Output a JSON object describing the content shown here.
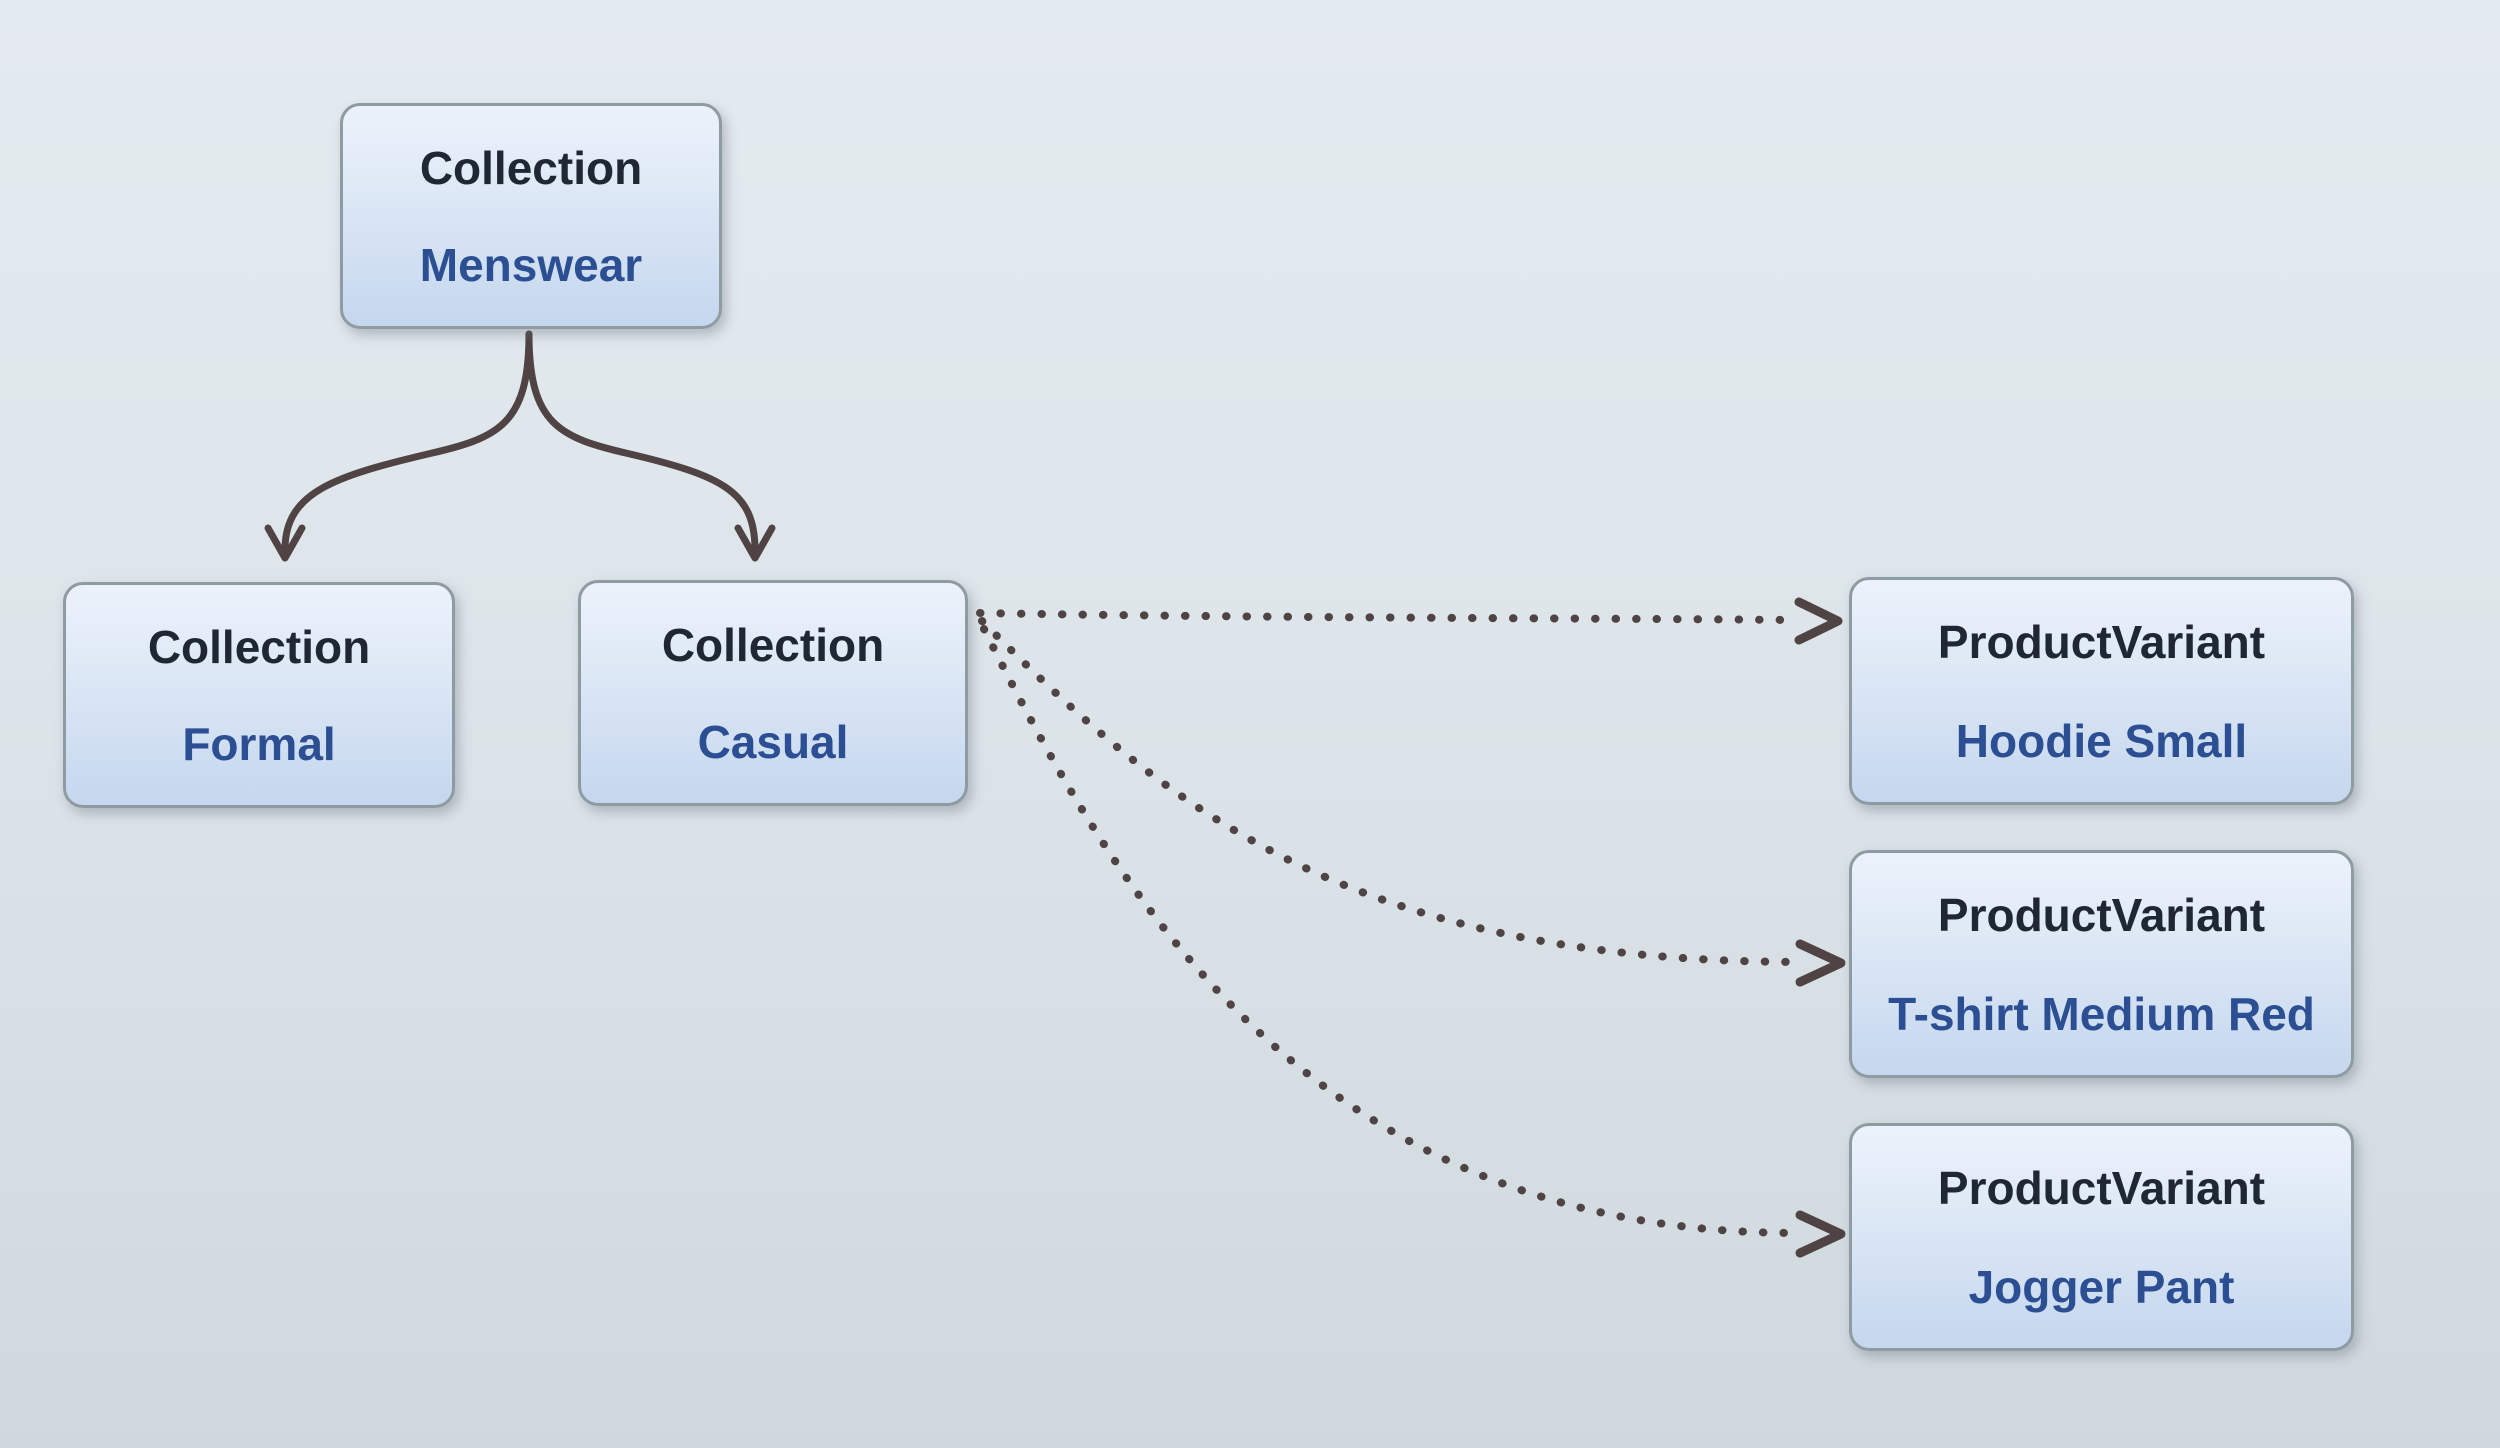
{
  "diagram": {
    "nodes": {
      "menswear": {
        "type": "Collection",
        "name": "Menswear"
      },
      "formal": {
        "type": "Collection",
        "name": "Formal"
      },
      "casual": {
        "type": "Collection",
        "name": "Casual"
      },
      "hoodie": {
        "type": "ProductVariant",
        "name": "Hoodie Small"
      },
      "tshirt": {
        "type": "ProductVariant",
        "name": "T-shirt Medium Red"
      },
      "jogger": {
        "type": "ProductVariant",
        "name": "Jogger Pant"
      }
    },
    "edges": [
      {
        "from": "Menswear",
        "to": "Formal",
        "style": "solid-arrow"
      },
      {
        "from": "Menswear",
        "to": "Casual",
        "style": "solid-arrow"
      },
      {
        "from": "Casual",
        "to": "Hoodie Small",
        "style": "dotted-arrow"
      },
      {
        "from": "Casual",
        "to": "T-shirt Medium Red",
        "style": "dotted-arrow"
      },
      {
        "from": "Casual",
        "to": "Jogger Pant",
        "style": "dotted-arrow"
      }
    ],
    "colors": {
      "background_top": "#e4ebf0",
      "background_bottom": "#cfd9dd",
      "node_fill_top": "#ecf2fb",
      "node_fill_bottom": "#c5d7ee",
      "node_border": "#8f9ba3",
      "type_text": "#1e2733",
      "name_text": "#2c4e92",
      "arrow": "#4f4343"
    }
  }
}
